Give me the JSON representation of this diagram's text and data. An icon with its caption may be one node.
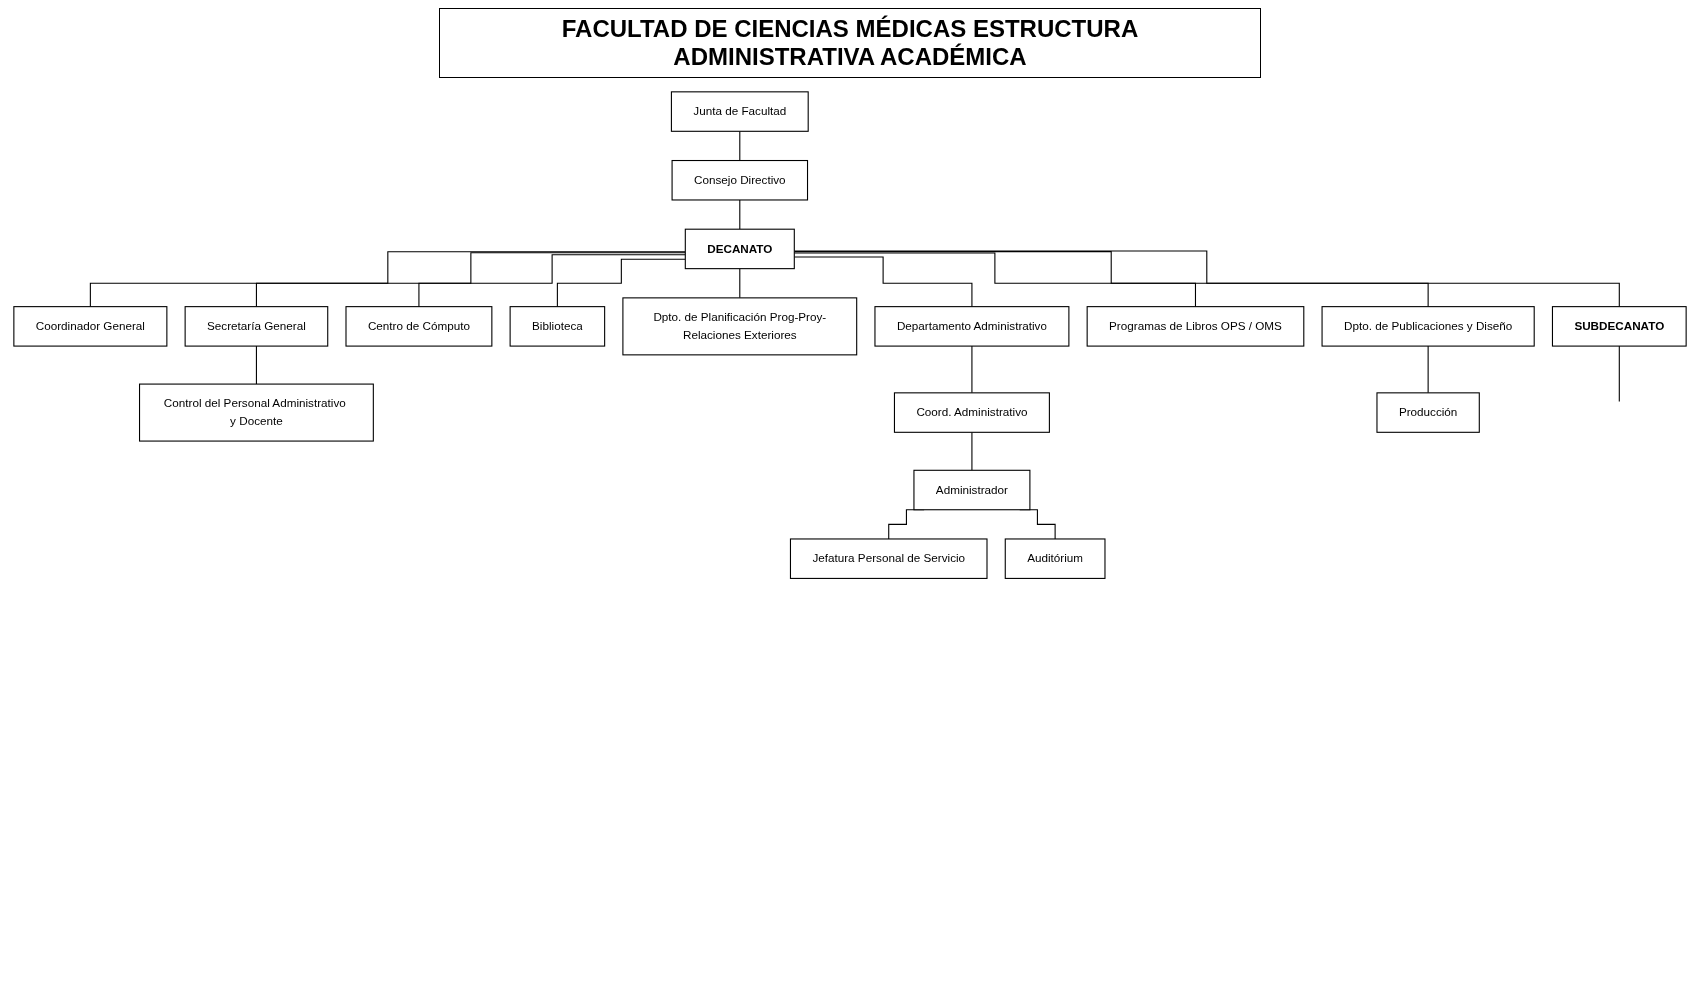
{
  "diagram": {
    "title": "FACULTAD DE CIENCIAS MÉDICAS ESTRUCTURA ADMINISTRATIVA ACADÉMICA",
    "nodes": [
      {
        "text": [
          "Junta de Facultad"
        ]
      },
      {
        "text": [
          "Consejo Directivo"
        ]
      },
      {
        "text": [
          "DECANATO"
        ]
      },
      {
        "text": [
          "Coordinador General"
        ]
      },
      {
        "text": [
          "Secretaría General"
        ]
      },
      {
        "text": [
          "Centro de Cómputo"
        ]
      },
      {
        "text": [
          "Biblioteca"
        ]
      },
      {
        "text": [
          "Control del Personal Administrativo y Docente"
        ]
      },
      {
        "text": [
          "Dpto. de Planificación Prog-Proy-Relaciones Exteriores"
        ]
      },
      {
        "text": [
          "Departamento Administrativo"
        ]
      },
      {
        "text": [
          "Programas de Libros OPS / OMS"
        ]
      },
      {
        "text": [
          "Coord. Administrativo"
        ]
      },
      {
        "text": [
          "Dpto. de Publicaciones y Diseño"
        ]
      },
      {
        "text": [
          "Administrador"
        ]
      },
      {
        "text": [
          "Producción"
        ]
      },
      {
        "text": [
          "SUBDECANATO"
        ]
      },
      {
        "text": [
          "Jefatura Personal de Servicio"
        ]
      },
      {
        "text": [
          "Auditórium"
        ]
      }
    ],
    "edges": [
      {
        "from": 0,
        "to": 1,
        "arrow": "none"
      },
      {
        "from": 1,
        "to": 2,
        "arrow": "none"
      },
      {
        "from": 2,
        "to": 3,
        "arrow": "none"
      },
      {
        "from": 2,
        "to": 4,
        "arrow": "none"
      },
      {
        "from": 2,
        "to": 5,
        "arrow": "none"
      },
      {
        "from": 2,
        "to": 6,
        "arrow": "none"
      },
      {
        "from": 4,
        "to": 7,
        "arrow": "none"
      },
      {
        "from": 2,
        "to": 8,
        "arrow": "none"
      },
      {
        "from": 2,
        "to": 9,
        "arrow": "none"
      },
      {
        "from": 2,
        "to": 10,
        "arrow": "none"
      },
      {
        "from": 9,
        "to": 11,
        "arrow": "none"
      },
      {
        "from": 2,
        "to": 12,
        "arrow": "none"
      },
      {
        "from": 11,
        "to": 13,
        "arrow": "none"
      },
      {
        "from": 12,
        "to": 14,
        "arrow": "none"
      },
      {
        "from": 2,
        "to": 15,
        "arrow": "none"
      },
      {
        "from": 13,
        "to": 16,
        "arrow": "none"
      },
      {
        "from": 13,
        "to": 17,
        "arrow": "none"
      },
      {
        "from": 15,
        "to": null,
        "arrow": "none"
      }
    ]
  }
}
